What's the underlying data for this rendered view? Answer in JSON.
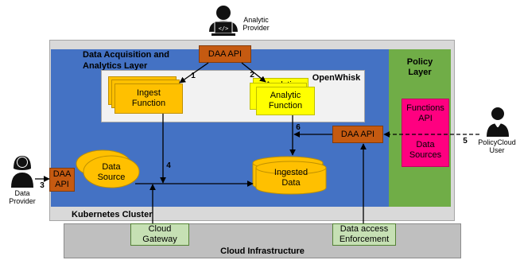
{
  "colors": {
    "kubernetes_bg": "#d9d9d9",
    "daa_layer_bg": "#4472c4",
    "openwhisk_bg": "#f2f2f2",
    "policy_bg": "#70ad47",
    "cloud_bg": "#bfbfbf",
    "daa_api": "#c55a11",
    "ingest": "#ffc000",
    "analytic": "#ffff00",
    "functions_api": "#ff0080",
    "gateway": "#c6e0b4",
    "data_cyl": "#ffc000",
    "data_source": "#ffc000"
  },
  "actors": {
    "analytic_provider": "Analytic\nProvider",
    "data_provider": "Data\nProvider",
    "policycloud_user": "PolicyCloud\nUser"
  },
  "regions": {
    "daa_layer": "Data Acquisition and\nAnalytics Layer",
    "openwhisk": "OpenWhisk",
    "policy_layer": "Policy\nLayer",
    "kubernetes": "Kubernetes Cluster",
    "cloud": "Cloud Infrastructure"
  },
  "boxes": {
    "daa_api_top": "DAA API",
    "daa_api_left": "DAA\nAPI",
    "daa_api_right": "DAA API",
    "ingest_function": "Ingest\nFunction",
    "analytic_function": "Analytic\nFunction",
    "analytic_function_back": "Analytic",
    "data_source": "Data\nSource",
    "ingested_data": "Ingested\nData",
    "functions_api": "Functions\nAPI",
    "data_sources": "Data\nSources",
    "cloud_gateway": "Cloud\nGateway",
    "data_access_enforcement": "Data access\nEnforcement"
  },
  "steps": [
    "1",
    "2",
    "3",
    "4",
    "5",
    "6"
  ]
}
